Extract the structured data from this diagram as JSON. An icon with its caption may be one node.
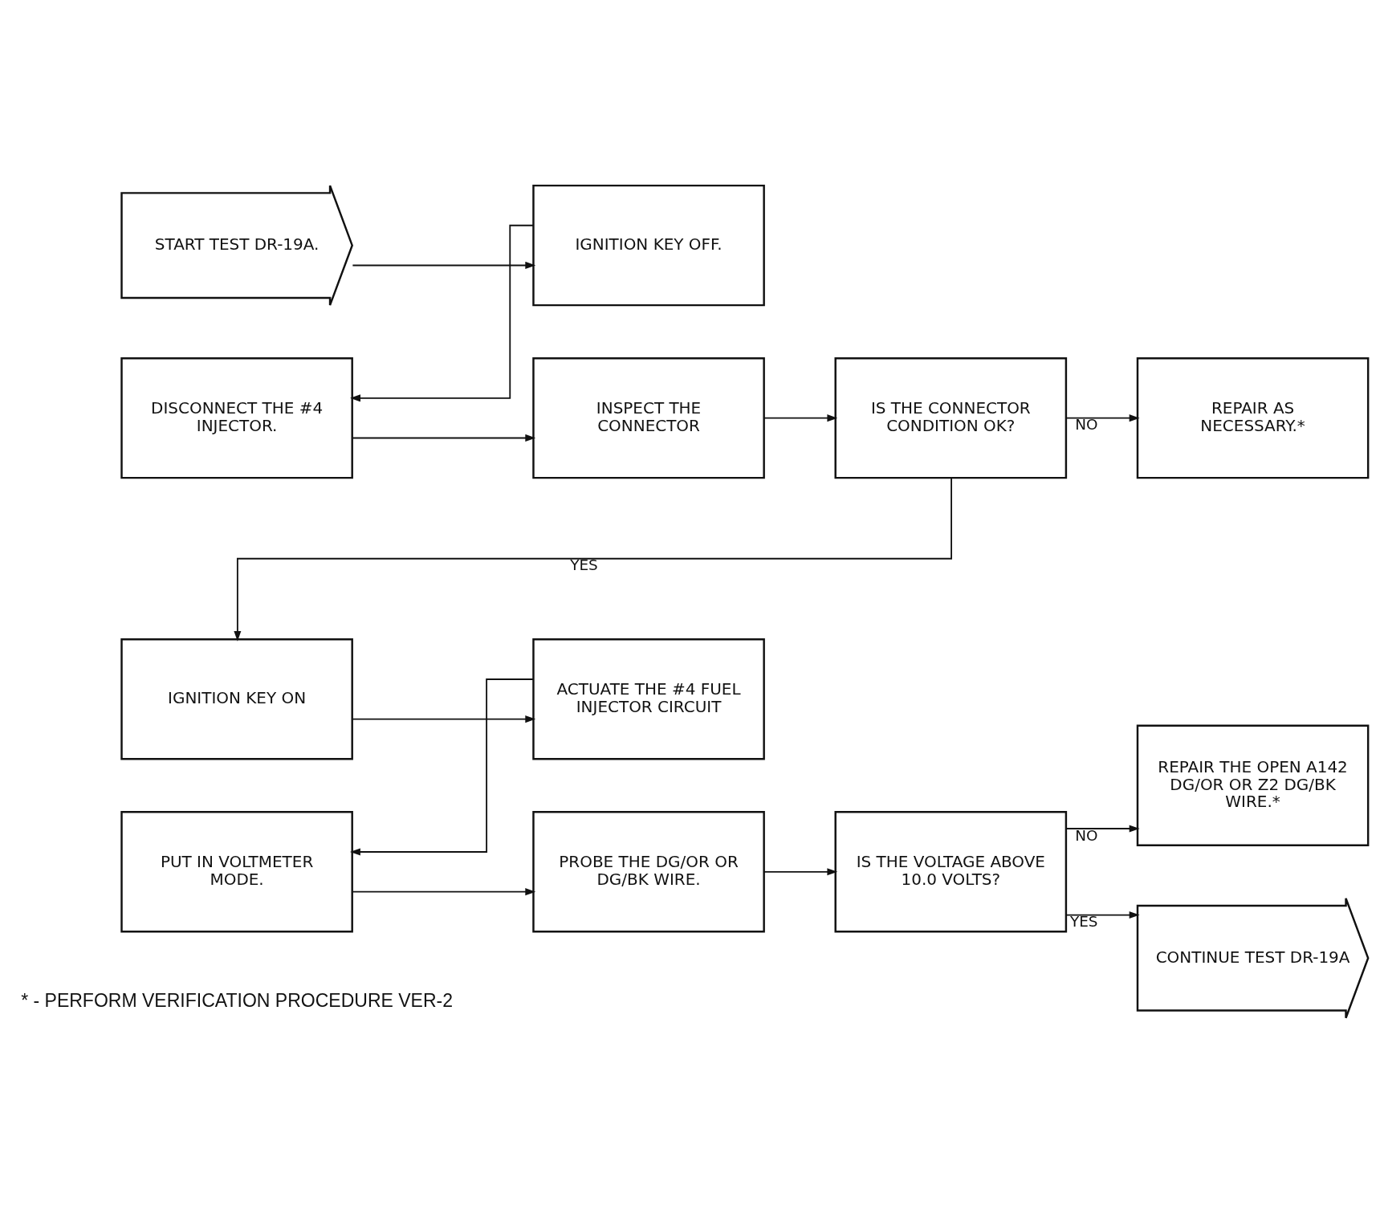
{
  "diagram": {
    "nodes": [
      {
        "text": [
          "START TEST DR-19A."
        ]
      },
      {
        "text": [
          "IGNITION KEY OFF."
        ]
      },
      {
        "text": [
          "DISCONNECT THE #4 INJECTOR."
        ]
      },
      {
        "text": [
          "INSPECT THE CONNECTOR"
        ]
      },
      {
        "text": [
          "IS THE CONNECTOR CONDITION OK?"
        ]
      },
      {
        "text": [
          "REPAIR AS NECESSARY.*"
        ]
      },
      {
        "text": [
          "IGNITION KEY ON"
        ]
      },
      {
        "text": [
          "ACTUATE THE #4 FUEL INJECTOR CIRCUIT"
        ]
      },
      {
        "text": [
          "PUT IN VOLTMETER MODE."
        ]
      },
      {
        "text": [
          "PROBE THE DG/OR OR DG/BK WIRE."
        ]
      },
      {
        "text": [
          "IS THE VOLTAGE ABOVE 10.0 VOLTS?"
        ]
      },
      {
        "text": [
          "REPAIR THE OPEN A142 DG/OR OR Z2 DG/BK WIRE.*"
        ]
      },
      {
        "text": [
          "CONTINUE TEST DR-19A"
        ]
      }
    ],
    "edges": [
      {
        "from": 0,
        "to": 1,
        "arrow": "to"
      },
      {
        "from": 1,
        "to": 2,
        "arrow": "to"
      },
      {
        "from": 2,
        "to": 3,
        "arrow": "to"
      },
      {
        "from": 3,
        "to": 4,
        "arrow": "to"
      },
      {
        "from": 4,
        "to": 5,
        "arrow": "to",
        "label": "NO"
      },
      {
        "from": 4,
        "to": 6,
        "arrow": "to",
        "label": "YES"
      },
      {
        "from": 6,
        "to": 7,
        "arrow": "to"
      },
      {
        "from": 7,
        "to": 8,
        "arrow": "to"
      },
      {
        "from": 8,
        "to": 9,
        "arrow": "to"
      },
      {
        "from": 9,
        "to": 10,
        "arrow": "to"
      },
      {
        "from": 10,
        "to": 11,
        "arrow": "to",
        "label": "NO"
      },
      {
        "from": 10,
        "to": 12,
        "arrow": "to",
        "label": "YES"
      }
    ],
    "labels": [
      "* - PERFORM VERIFICATION PROCEDURE VER-2"
    ]
  }
}
